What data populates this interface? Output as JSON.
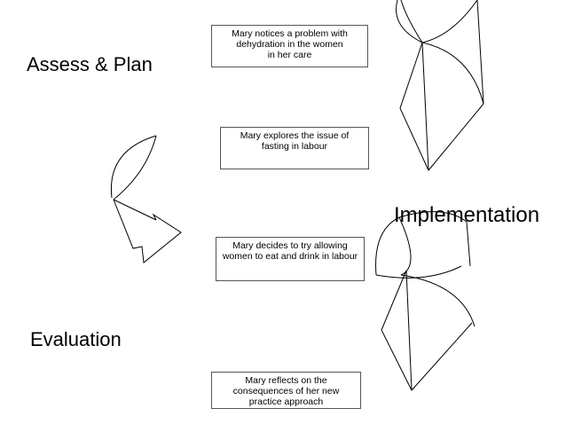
{
  "stages": {
    "assess_plan": "Assess & Plan",
    "implementation": "Implementation",
    "evaluation": "Evaluation"
  },
  "steps": [
    "Mary notices a problem with\ndehydration in the women\nin her care",
    "Mary explores the issue of\nfasting in labour",
    "Mary decides to try allowing\nwomen to eat and drink in labour",
    "Mary reflects on the\nconsequences of her new\npractice approach"
  ],
  "colors": {
    "stroke": "#000000",
    "box_border": "#555555",
    "background": "#ffffff"
  }
}
